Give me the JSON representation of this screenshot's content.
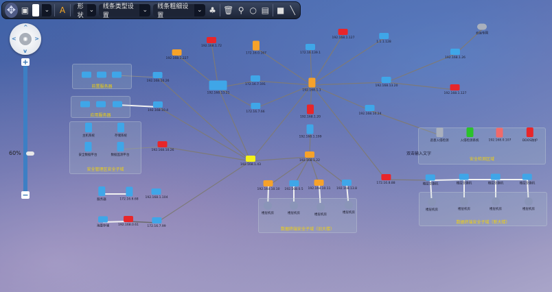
{
  "toolbar": {
    "shape_label": "形状",
    "line_type_label": "线条类型设置",
    "line_width_label": "线条粗细设置",
    "fill_color": "#ffffff"
  },
  "zoom": {
    "level_label": "60%",
    "level": 0.6
  },
  "groups": {
    "g1": {
      "label": "前置服务器"
    },
    "g2": {
      "label": "应用服务器"
    },
    "g3": {
      "label": "安全管理区安全子域"
    },
    "g4": {
      "label": "安全检测区域"
    },
    "g5": {
      "label": "数据终端安全子域（新大楼）"
    },
    "g6": {
      "label": "数据终端安全子域（旧大楼）"
    }
  },
  "note": "双击输入文字",
  "nodes": {
    "n1": "192.168.1.227",
    "n2": "192.168.1.72",
    "n3": "192.168.13.21",
    "n4": "172.16.0.167",
    "n5": "172.16.139.1",
    "n6": "192.168.1.127",
    "n7": "1.1.1.128",
    "n8": "云运专网",
    "n9": "192.168.1.26",
    "n10": "192.168.13.20",
    "n11": "192.168.1.127",
    "n12": "192.168.1.1",
    "n13": "172.16.7.191",
    "n14": "172.16.7.66",
    "n15": "192.168.1.20",
    "n16": "192.168.10.24",
    "n17": "192.168.10.26",
    "n18": "192.168.10.4",
    "n19": "192.168.10.26",
    "n20": "192.168.1.43",
    "n21": "192.168.1.199",
    "n22": "192.168.1.22",
    "n23": "172.16.8.88",
    "n24": "服务器",
    "n25": "172.16.6.68",
    "n26": "192.168.1.104",
    "n27": "海量存储",
    "n28": "192.168.0.61",
    "n29": "172.16.7.99",
    "g1a": "",
    "g1b": "",
    "g1c": "",
    "g2a": "",
    "g2b": "",
    "g2c": "",
    "g3a": "主机系统",
    "g3b": "存储系统",
    "g3c": "安全数据平台",
    "g3d": "数据监测平台",
    "g4a": "恶意入侵检测",
    "g4b": "入侵检测系统",
    "g4c": "192.168.0.107",
    "g4d": "DDOS防护",
    "s1": "楼层交换机",
    "s2": "楼层交换机",
    "s3": "楼层交换机",
    "s4": "楼层交换机",
    "h1": "楼层机房",
    "h2": "楼层机房",
    "h3": "楼层机房",
    "h4": "楼层机房",
    "o1": "192.168.10.10",
    "o2": "192.168.0.5",
    "o3": "192.168.10.11",
    "o4": "192.168.13.8",
    "p1": "楼层机房",
    "p2": "楼层机房",
    "p3": "楼层机房",
    "p4": "楼层机房"
  }
}
